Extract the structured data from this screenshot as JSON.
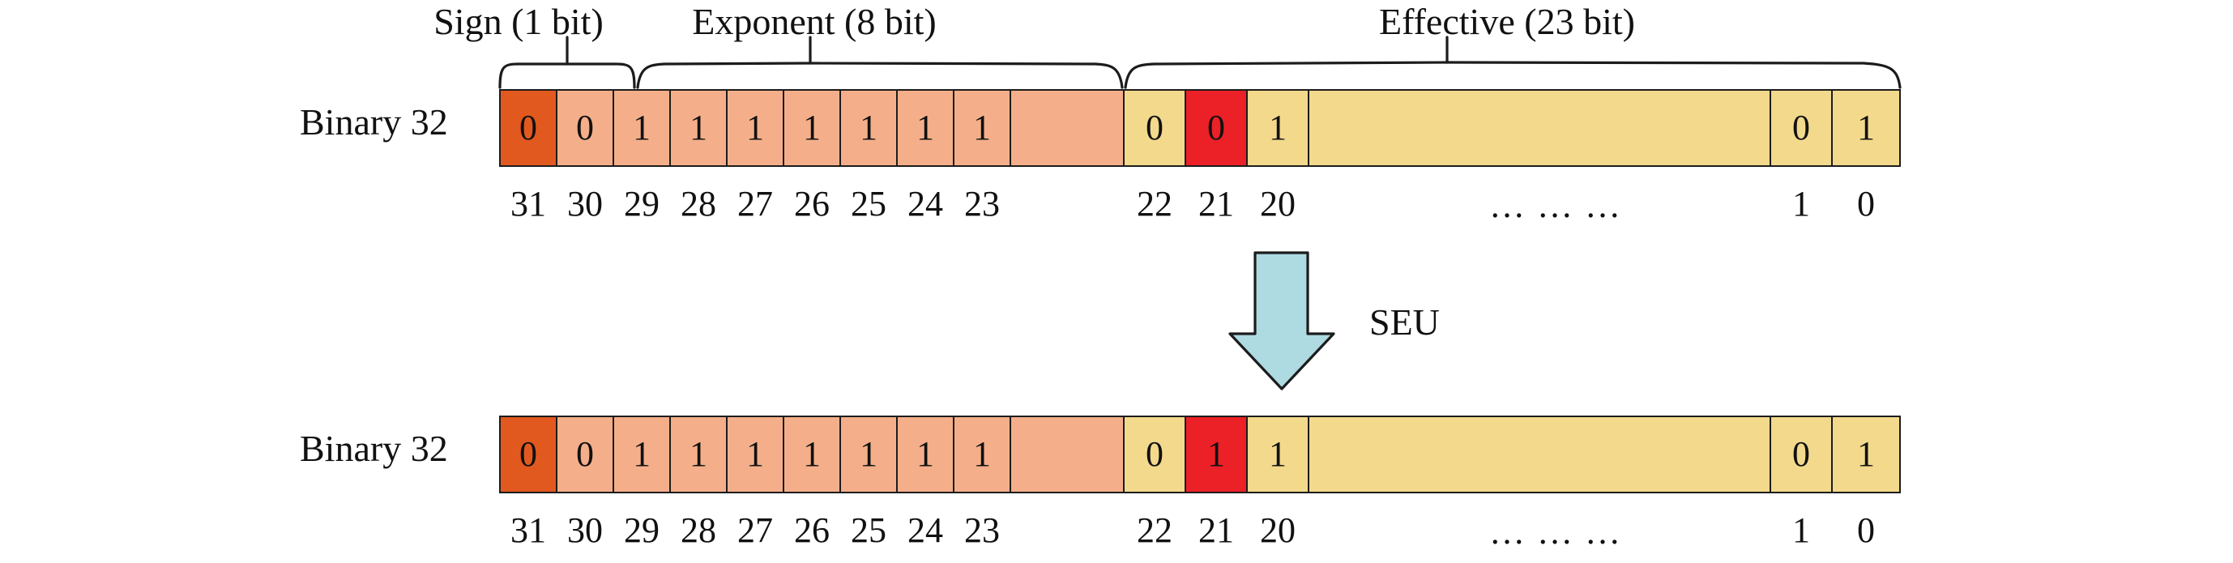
{
  "figure": {
    "title_groups": [
      {
        "id": "sign",
        "label": "Sign (1 bit)"
      },
      {
        "id": "exponent",
        "label": "Exponent (8 bit)"
      },
      {
        "id": "effective",
        "label": "Effective (23 bit)"
      }
    ],
    "transition": {
      "label": "SEU",
      "arrow": "down-arrow-icon"
    },
    "colors": {
      "sign": "#E2591F",
      "exponent": "#F4AF8A",
      "mantissa": "#F3D98C",
      "flipped_bit": "#EC2027",
      "arrow": "#AEDAE2",
      "outline": "#1c1c1c"
    },
    "rows": [
      {
        "id": "before",
        "label": "Binary 32",
        "cells": [
          {
            "value": "0",
            "type": "sign",
            "index": "31"
          },
          {
            "value": "0",
            "type": "exp",
            "index": "30"
          },
          {
            "value": "1",
            "type": "exp",
            "index": "29"
          },
          {
            "value": "1",
            "type": "exp",
            "index": "28"
          },
          {
            "value": "1",
            "type": "exp",
            "index": "27"
          },
          {
            "value": "1",
            "type": "exp",
            "index": "26"
          },
          {
            "value": "1",
            "type": "exp",
            "index": "25"
          },
          {
            "value": "1",
            "type": "exp",
            "index": "24"
          },
          {
            "value": "1",
            "type": "exp",
            "index": "23"
          },
          {
            "value": "0",
            "type": "mant",
            "index": "22"
          },
          {
            "value": "0",
            "type": "flip",
            "index": "21"
          },
          {
            "value": "1",
            "type": "mant",
            "index": "20"
          },
          {
            "value": "",
            "type": "mant",
            "index": "… … …"
          },
          {
            "value": "0",
            "type": "mant",
            "index": "1"
          },
          {
            "value": "1",
            "type": "mant",
            "index": "0"
          }
        ]
      },
      {
        "id": "after",
        "label": "Binary 32",
        "cells": [
          {
            "value": "0",
            "type": "sign",
            "index": "31"
          },
          {
            "value": "0",
            "type": "exp",
            "index": "30"
          },
          {
            "value": "1",
            "type": "exp",
            "index": "29"
          },
          {
            "value": "1",
            "type": "exp",
            "index": "28"
          },
          {
            "value": "1",
            "type": "exp",
            "index": "27"
          },
          {
            "value": "1",
            "type": "exp",
            "index": "26"
          },
          {
            "value": "1",
            "type": "exp",
            "index": "25"
          },
          {
            "value": "1",
            "type": "exp",
            "index": "24"
          },
          {
            "value": "1",
            "type": "exp",
            "index": "23"
          },
          {
            "value": "0",
            "type": "mant",
            "index": "22"
          },
          {
            "value": "1",
            "type": "flip",
            "index": "21"
          },
          {
            "value": "1",
            "type": "mant",
            "index": "20"
          },
          {
            "value": "",
            "type": "mant",
            "index": "… … …"
          },
          {
            "value": "0",
            "type": "mant",
            "index": "1"
          },
          {
            "value": "1",
            "type": "mant",
            "index": "0"
          }
        ]
      }
    ]
  }
}
